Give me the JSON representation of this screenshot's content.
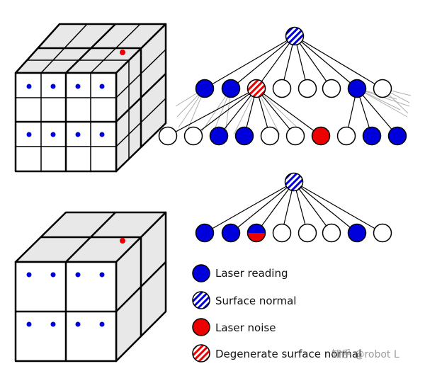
{
  "legend": {
    "laser_reading": "Laser reading",
    "surface_normal": "Surface normal",
    "laser_noise": "Laser noise",
    "degenerate_surface_normal": "Degenerate surface normal"
  },
  "watermark": "知乎 @robot L",
  "colors": {
    "laser_reading": "#0000dd",
    "laser_noise": "#ee0000",
    "cube_face": "#e8e8e8",
    "outline": "#000000",
    "sparse_line": "#b0b0b0"
  },
  "top_tree": {
    "root": "surface_normal",
    "level1": [
      "laser_reading",
      "laser_reading",
      "degenerate_surface_normal",
      "empty",
      "empty",
      "empty",
      "laser_reading",
      "empty"
    ],
    "level2": [
      "empty",
      "empty",
      "laser_reading",
      "laser_reading",
      "empty",
      "empty",
      "laser_noise",
      "empty",
      "laser_reading",
      "laser_reading"
    ],
    "level2_parents": [
      2,
      2,
      2,
      2,
      2,
      2,
      2,
      6,
      6,
      6
    ]
  },
  "bottom_tree": {
    "root": "surface_normal",
    "level1": [
      "laser_reading",
      "laser_reading",
      "half_reading_noise",
      "empty",
      "empty",
      "empty",
      "laser_reading",
      "empty"
    ]
  }
}
